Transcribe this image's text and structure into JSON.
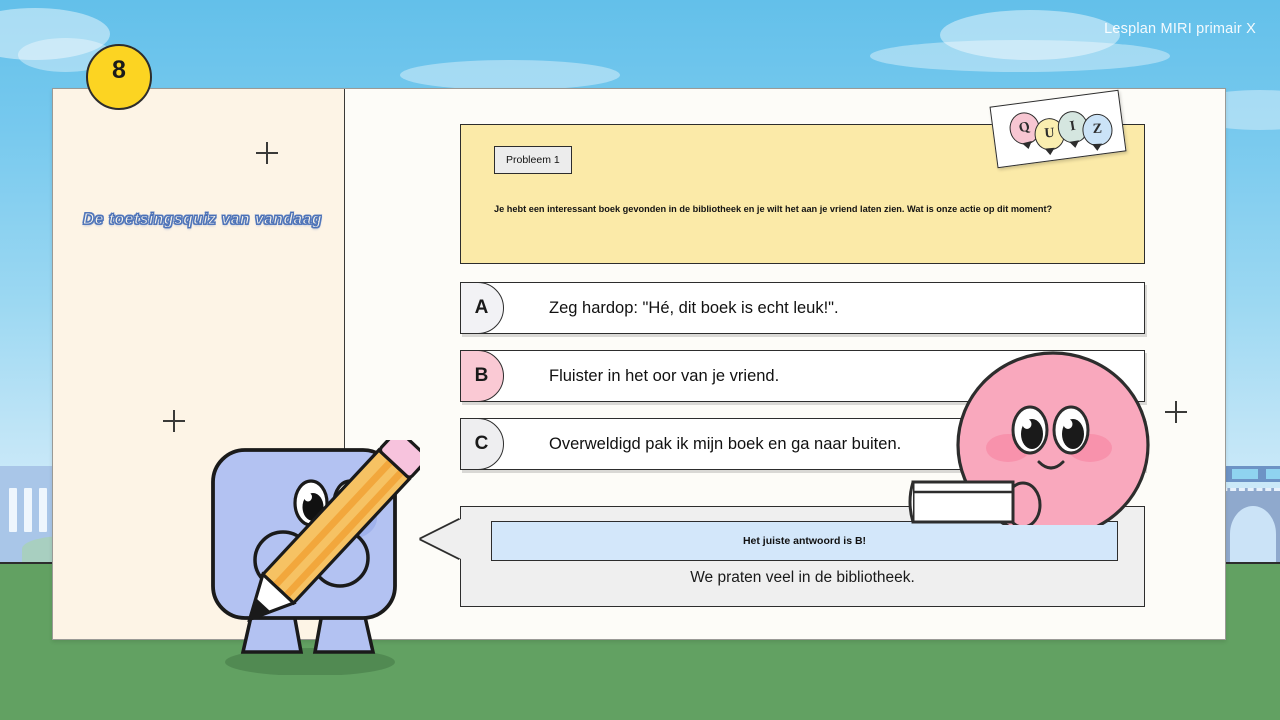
{
  "top_label": "Lesplan MIRI primair X",
  "step_badge": "8",
  "sidebar": {
    "lesson_title": "De toetsingsquiz van vandaag"
  },
  "question": {
    "tag": "Probleem 1",
    "text": "Je hebt een interessant boek gevonden in de bibliotheek en je wilt het aan je vriend laten zien. Wat is onze actie op dit moment?"
  },
  "quiz_sticker": {
    "letters": [
      "Q",
      "U",
      "I",
      "Z"
    ],
    "colors": [
      "#f7c6d2",
      "#faeeb0",
      "#d5e6e0",
      "#cbe3f7"
    ]
  },
  "answers": [
    {
      "letter": "A",
      "text": "Zeg hardop: \"Hé, dit boek is echt leuk!\".",
      "badge_color": "#f2f2f5"
    },
    {
      "letter": "B",
      "text": "Fluister in het oor van je vriend.",
      "badge_color": "#fac9d4"
    },
    {
      "letter": "C",
      "text": "Overweldigd pak ik mijn boek en ga naar buiten.",
      "badge_color": "#eeeef0"
    }
  ],
  "explanation": {
    "banner": "Het juiste antwoord is B!",
    "text": "We praten veel in de bibliotheek."
  },
  "palette": {
    "sky_top": "#63c0ea",
    "ground": "#62a162",
    "card_cream": "#fdf4e6",
    "question_yellow": "#fbeaa8",
    "banner_blue": "#d3e7fa",
    "badge_yellow": "#fcd422",
    "pink_char": "#f9a8bd",
    "pencil_body": "#a8b8f0"
  }
}
